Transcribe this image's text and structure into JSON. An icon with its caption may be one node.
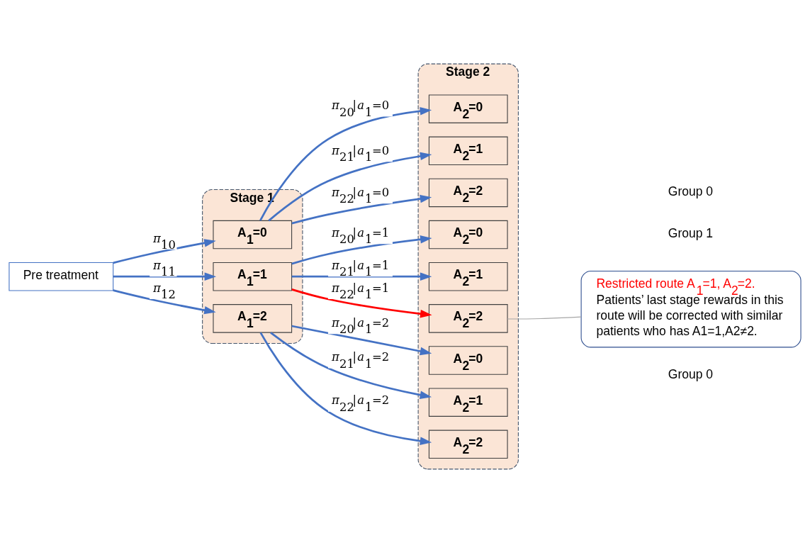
{
  "diagram": {
    "nodes": [
      {
        "text": [
          "Pre treatment"
        ]
      },
      {
        "text": [
          "**Stage 1**"
        ]
      },
      {
        "text": [
          "**A$_{1}$=0**"
        ],
        "in": 1
      },
      {
        "text": [
          "**A$_{1}$=1**"
        ],
        "in": 1
      },
      {
        "text": [
          "**A$_{1}$=2**"
        ],
        "in": 1
      },
      {
        "text": [
          "**Stage 2**"
        ]
      },
      {
        "text": [
          "**A$_{2}$=0**"
        ],
        "in": 5
      },
      {
        "text": [
          "**A$_{2}$=1**"
        ],
        "in": 5
      },
      {
        "text": [
          "**A$_{2}$=2**"
        ],
        "in": 5
      },
      {
        "text": [
          "**A$_{2}$=0**"
        ],
        "in": 5
      },
      {
        "text": [
          "**A$_{2}$=1**"
        ],
        "in": 5
      },
      {
        "text": [
          "**A$_{2}$=2**"
        ],
        "in": 5
      },
      {
        "text": [
          "**A$_{2}$=0**"
        ],
        "in": 5
      },
      {
        "text": [
          "**A$_{2}$=1**"
        ],
        "in": 5
      },
      {
        "text": [
          "**A$_{2}$=2**"
        ],
        "in": 5
      },
      {
        "text": [
          "Restricted route A$_{1}$=1, A$_{2}$=2.",
          "Patients’ last stage rewards in this route will be corrected with similar patients who has A1=1,A2≠2."
        ]
      }
    ],
    "edges": [
      {
        "from": 0,
        "to": 2,
        "arrow": "to",
        "label": "*π*$_{10}$"
      },
      {
        "from": 0,
        "to": 3,
        "arrow": "to",
        "label": "*π*$_{11}$"
      },
      {
        "from": 0,
        "to": 4,
        "arrow": "to",
        "label": "*π*$_{12}$"
      },
      {
        "from": 2,
        "to": 6,
        "arrow": "to",
        "label": "*π*$_{20}$|*a*$_{1}$=0"
      },
      {
        "from": 2,
        "to": 7,
        "arrow": "to",
        "label": "*π*$_{21}$|*a*$_{1}$=0"
      },
      {
        "from": 2,
        "to": 8,
        "arrow": "to",
        "label": "*π*$_{22}$|*a*$_{1}$=0"
      },
      {
        "from": 3,
        "to": 9,
        "arrow": "to",
        "label": "*π*$_{20}$|*a*$_{1}$=1"
      },
      {
        "from": 3,
        "to": 10,
        "arrow": "to",
        "label": "*π*$_{21}$|*a*$_{1}$=1"
      },
      {
        "from": 3,
        "to": 11,
        "arrow": "to",
        "label": "*π*$_{22}$|*a*$_{1}$=1",
        "color": "#ff0000"
      },
      {
        "from": 4,
        "to": 12,
        "arrow": "to",
        "label": "*π*$_{20}$|*a*$_{1}$=2"
      },
      {
        "from": 4,
        "to": 13,
        "arrow": "to",
        "label": "*π*$_{21}$|*a*$_{1}$=2"
      },
      {
        "from": 4,
        "to": 14,
        "arrow": "to",
        "label": "*π*$_{22}$|*a*$_{1}$=2"
      },
      {
        "from": 15,
        "to": 11,
        "arrow": "none",
        "color": "#a6a6a6"
      }
    ],
    "labels": [
      "Group 0",
      "Group 1",
      "Group 0"
    ]
  }
}
